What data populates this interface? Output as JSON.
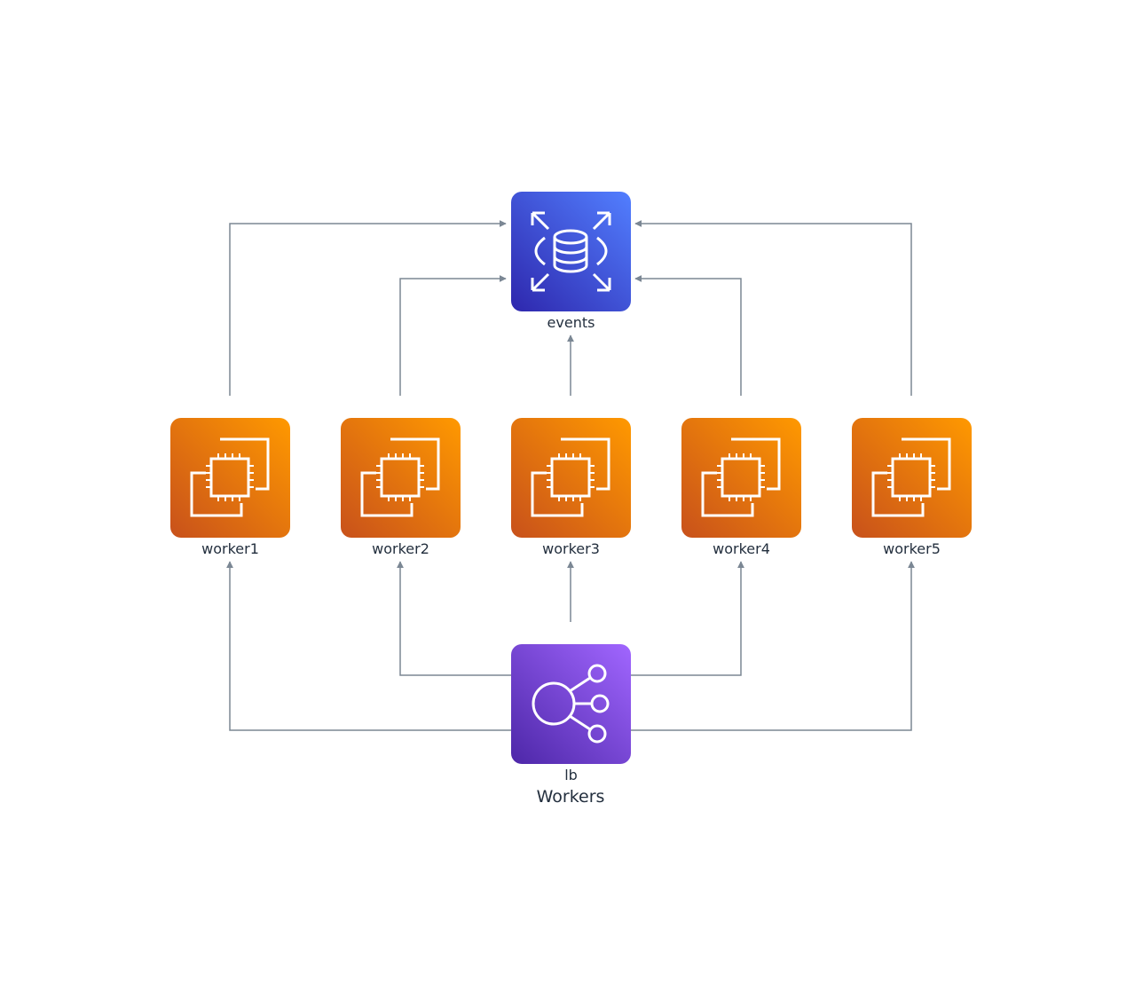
{
  "cluster": {
    "label": "Workers"
  },
  "nodes": {
    "events": {
      "label": "events",
      "icon": "rds-database-icon",
      "color_from": "#4d72f3",
      "color_to": "#3334b9"
    },
    "worker1": {
      "label": "worker1",
      "icon": "ec2-instances-icon",
      "color_from": "#f78e04",
      "color_to": "#d05c17"
    },
    "worker2": {
      "label": "worker2",
      "icon": "ec2-instances-icon",
      "color_from": "#f78e04",
      "color_to": "#d05c17"
    },
    "worker3": {
      "label": "worker3",
      "icon": "ec2-instances-icon",
      "color_from": "#f78e04",
      "color_to": "#d05c17"
    },
    "worker4": {
      "label": "worker4",
      "icon": "ec2-instances-icon",
      "color_from": "#f78e04",
      "color_to": "#d05c17"
    },
    "worker5": {
      "label": "worker5",
      "icon": "ec2-instances-icon",
      "color_from": "#f78e04",
      "color_to": "#d05c17"
    },
    "lb": {
      "label": "lb",
      "icon": "elastic-load-balancing-icon",
      "color_from": "#945df2",
      "color_to": "#5a30b5"
    }
  },
  "edges": [
    {
      "from": "lb",
      "to": "worker1"
    },
    {
      "from": "lb",
      "to": "worker2"
    },
    {
      "from": "lb",
      "to": "worker3"
    },
    {
      "from": "lb",
      "to": "worker4"
    },
    {
      "from": "lb",
      "to": "worker5"
    },
    {
      "from": "worker1",
      "to": "events"
    },
    {
      "from": "worker2",
      "to": "events"
    },
    {
      "from": "worker3",
      "to": "events"
    },
    {
      "from": "worker4",
      "to": "events"
    },
    {
      "from": "worker5",
      "to": "events"
    }
  ],
  "colors": {
    "edge": "#7b8794",
    "label": "#232f3e"
  }
}
